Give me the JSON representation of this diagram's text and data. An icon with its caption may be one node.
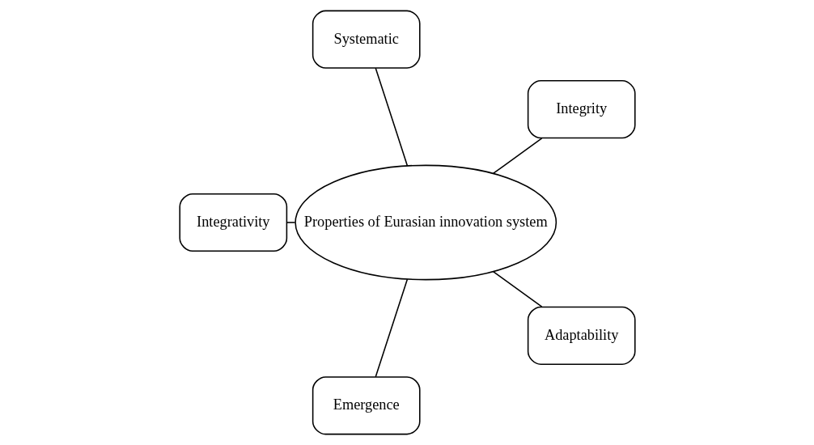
{
  "diagram": {
    "nodes": [
      {
        "text": [
          "Integrity"
        ]
      },
      {
        "text": [
          "Systematic"
        ]
      },
      {
        "text": [
          "Integrativity"
        ]
      },
      {
        "text": [
          "Properties of Eurasian innovation system"
        ]
      },
      {
        "text": [
          "Emergence"
        ]
      },
      {
        "text": [
          "Adaptability"
        ]
      }
    ],
    "edges": [
      {
        "from": 3,
        "to": 0,
        "arrow": "none"
      },
      {
        "from": 3,
        "to": 1,
        "arrow": "none"
      },
      {
        "from": 3,
        "to": 2,
        "arrow": "none"
      },
      {
        "from": 3,
        "to": 4,
        "arrow": "none"
      },
      {
        "from": 3,
        "to": 5,
        "arrow": "none"
      }
    ]
  }
}
